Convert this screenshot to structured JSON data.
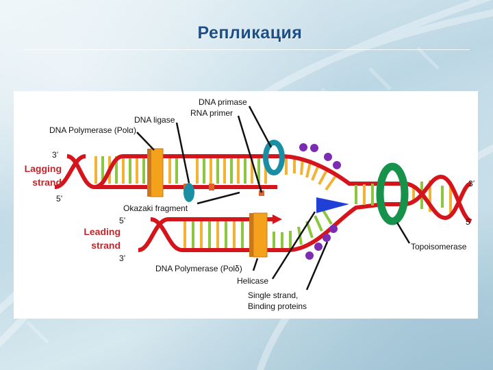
{
  "slide": {
    "title": "Репликация"
  },
  "diagram": {
    "labels": {
      "dna_primase": "DNA primase",
      "rna_primer": "RNA primer",
      "dna_ligase": "DNA ligase",
      "pol_alpha": "DNA Polymerase (Polα)",
      "okazaki": "Okazaki fragment",
      "pol_delta": "DNA Polymerase (Polδ)",
      "helicase": "Helicase",
      "ssb_line1": "Single strand,",
      "ssb_line2": "Binding proteins",
      "topoisomerase": "Topoisomerase"
    },
    "strands": {
      "lagging_line1": "Lagging",
      "lagging_line2": "strand",
      "leading_line1": "Leading",
      "leading_line2": "strand"
    },
    "ends": {
      "lag_3": "3’",
      "lag_5": "5’",
      "lead_5": "5’",
      "lead_3": "3’",
      "right_3": "3’",
      "right_5": "5’"
    }
  },
  "colors": {
    "backbone_red": "#d4161c",
    "base_green": "#8cc63f",
    "base_orange": "#f3b233",
    "polymerase_orange": "#f4a21c",
    "topoisomerase_green": "#16924a",
    "primase_teal": "#1a8fa3",
    "helicase_blue": "#1f3fd6",
    "ssb_purple": "#7c2bb3"
  }
}
